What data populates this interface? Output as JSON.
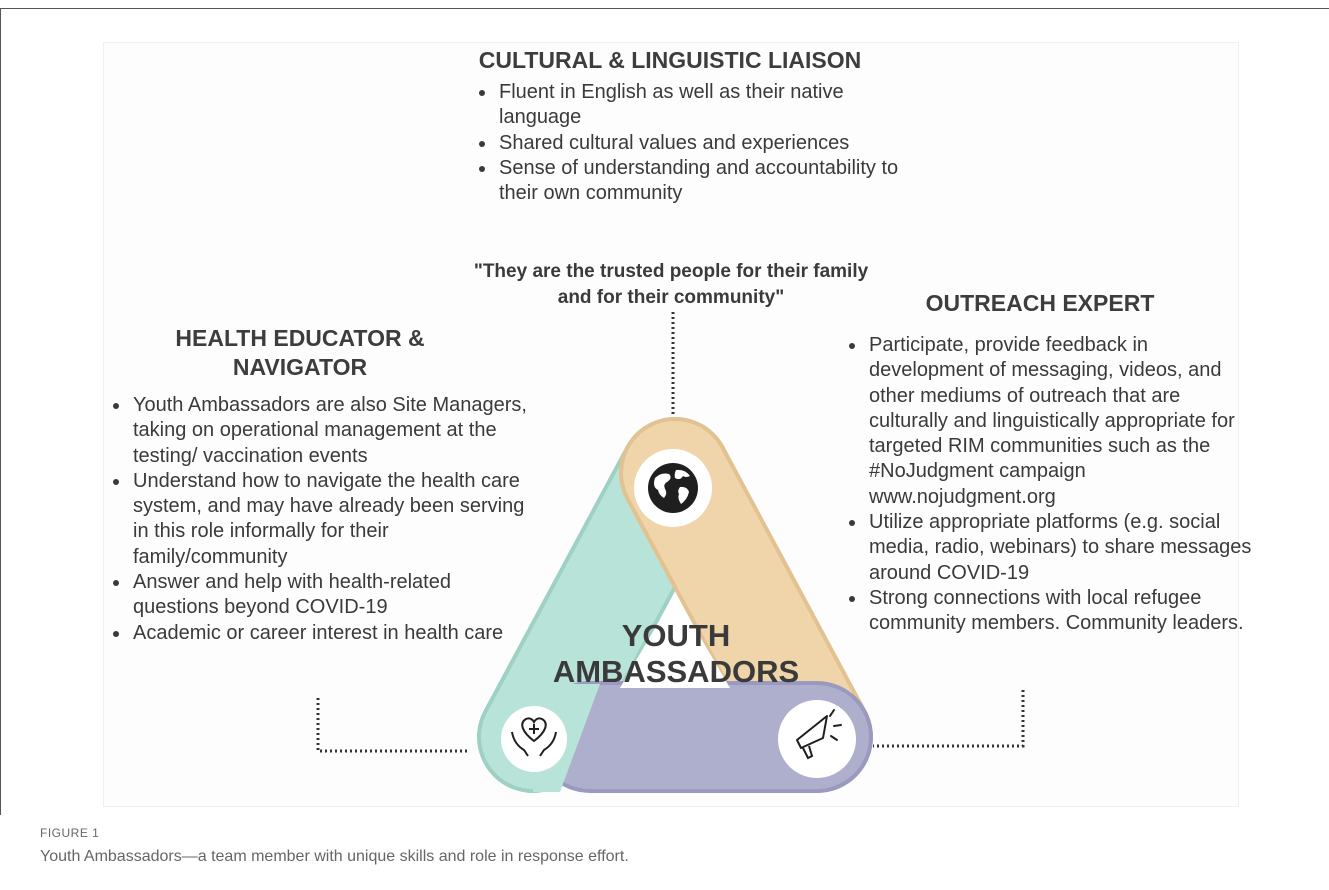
{
  "liaison": {
    "title": "CULTURAL & LINGUISTIC LIAISON",
    "bullets": [
      "Fluent in English as well as their native language",
      "Shared cultural values and experiences",
      "Sense of understanding and accountability to their own community"
    ]
  },
  "quote": "\"They are the trusted people for their family and for their community\"",
  "health": {
    "title": "HEALTH EDUCATOR & NAVIGATOR",
    "bullets": [
      "Youth Ambassadors are also Site Managers, taking on operational management at the testing/ vaccination events",
      "Understand how to navigate the health care system, and may have already been serving in this role informally for their family/community",
      "Answer and help with health-related questions beyond COVID-19",
      "Academic or career interest in health care"
    ]
  },
  "outreach": {
    "title": "OUTREACH EXPERT",
    "bullets": [
      "Participate, provide feedback in development of messaging, videos, and other mediums of outreach that are culturally and linguistically appropriate for targeted RIM communities such as the #NoJudgment campaign www.nojudgment.org",
      "Utilize appropriate platforms (e.g. social media, radio, webinars) to share messages around COVID-19",
      "Strong connections with local refugee community members. Community leaders."
    ]
  },
  "center": {
    "line1": "YOUTH",
    "line2": "AMBASSADORS"
  },
  "icons": {
    "top": "globe-icon",
    "left": "heart-hands-icon",
    "right": "megaphone-icon"
  },
  "colors": {
    "left_band": "#b8e3d9",
    "top_band": "#f0d4aa",
    "bottom_band": "#aeaecd"
  },
  "figure": {
    "label": "FIGURE 1",
    "caption": "Youth Ambassadors—a team member with unique skills and role in response effort."
  }
}
